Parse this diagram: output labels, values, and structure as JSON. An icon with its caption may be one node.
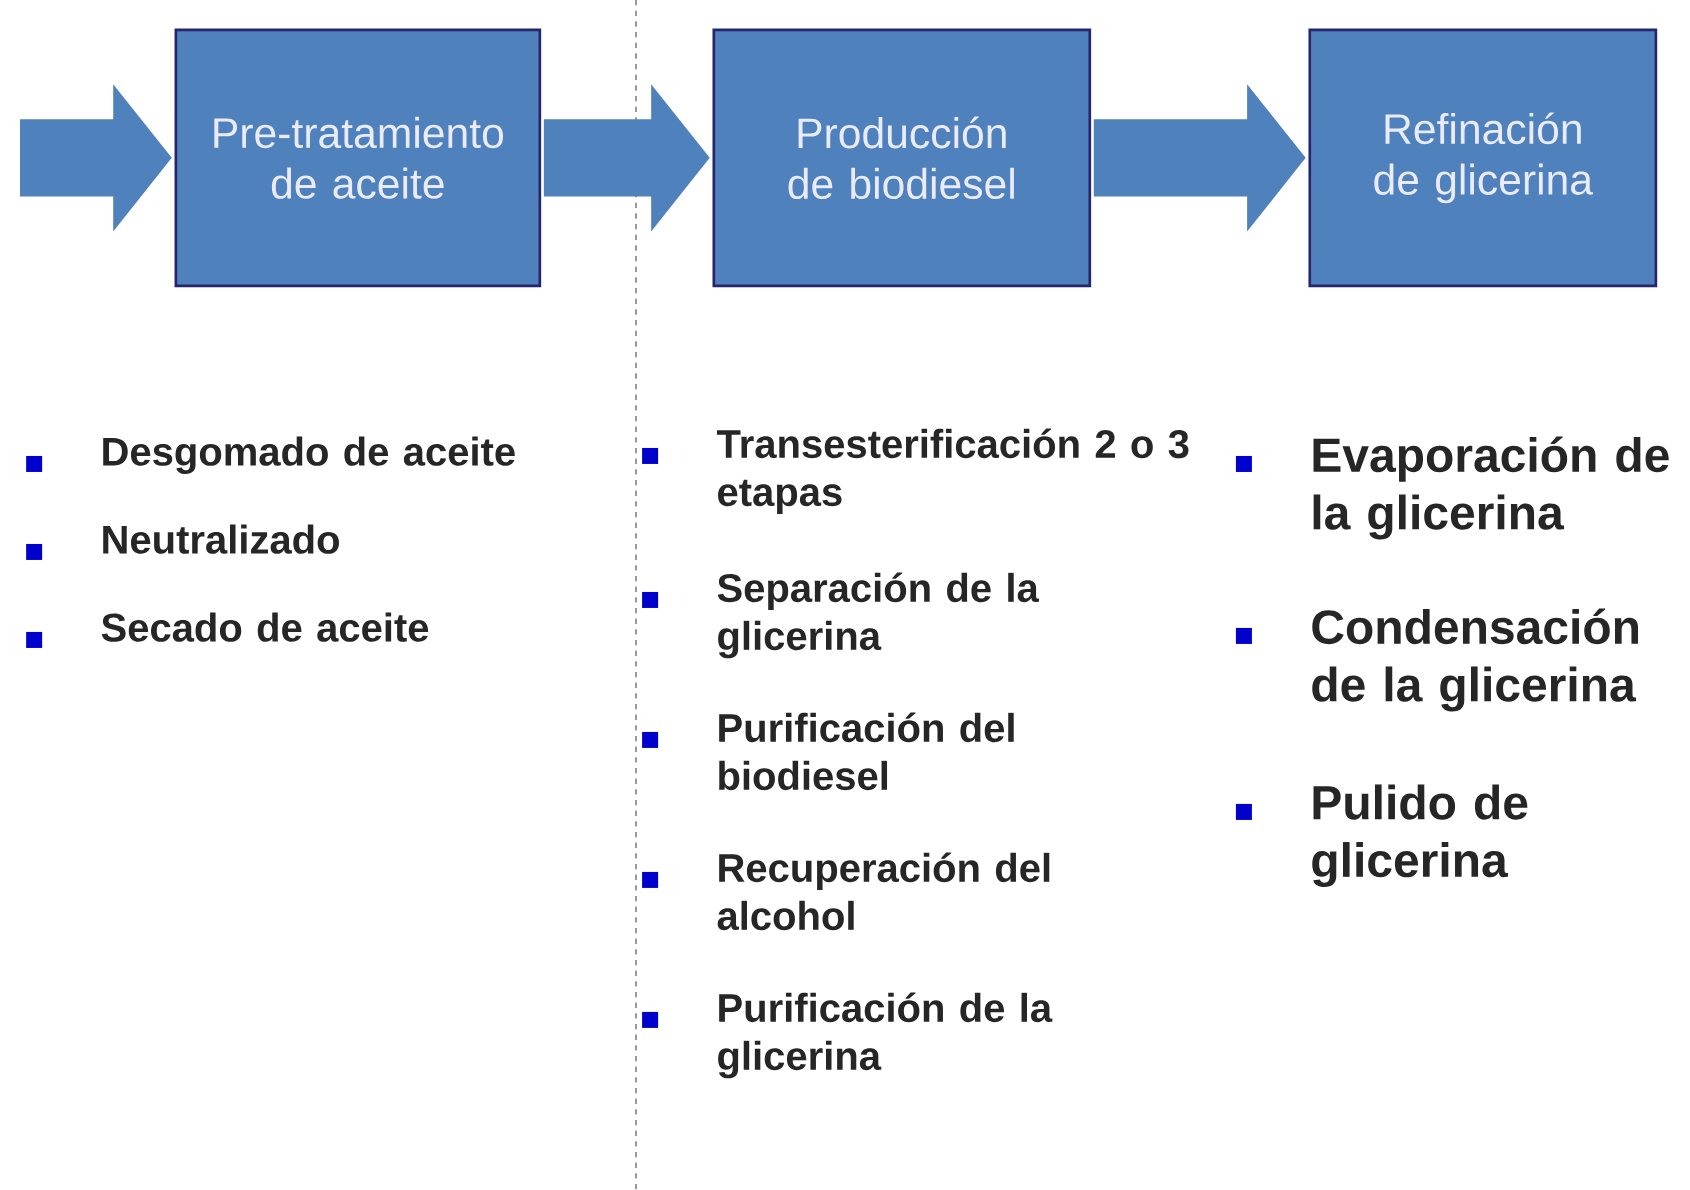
{
  "diagram": {
    "nodes": [
      {
        "text": [
          "Pre-tratamiento de aceite"
        ]
      },
      {
        "text": [
          "Producción de biodiesel"
        ]
      },
      {
        "text": [
          "Refinación de glicerina"
        ]
      }
    ],
    "edges": [
      {
        "from": null,
        "to": 0,
        "arrow": "to"
      },
      {
        "from": 0,
        "to": 1,
        "arrow": "to"
      },
      {
        "from": 1,
        "to": 2,
        "arrow": "to"
      }
    ],
    "labels": [
      "Desgomado de aceite",
      "Neutralizado",
      "Secado de aceite",
      "Transesterificación 2 o 3 etapas",
      "Separación de la glicerina",
      "Purificación del biodiesel",
      "Recuperación del alcohol",
      "Purificación de la glicerina",
      "Evaporación de la glicerina",
      "Condensación de la glicerina",
      "Pulido de glicerina"
    ]
  }
}
